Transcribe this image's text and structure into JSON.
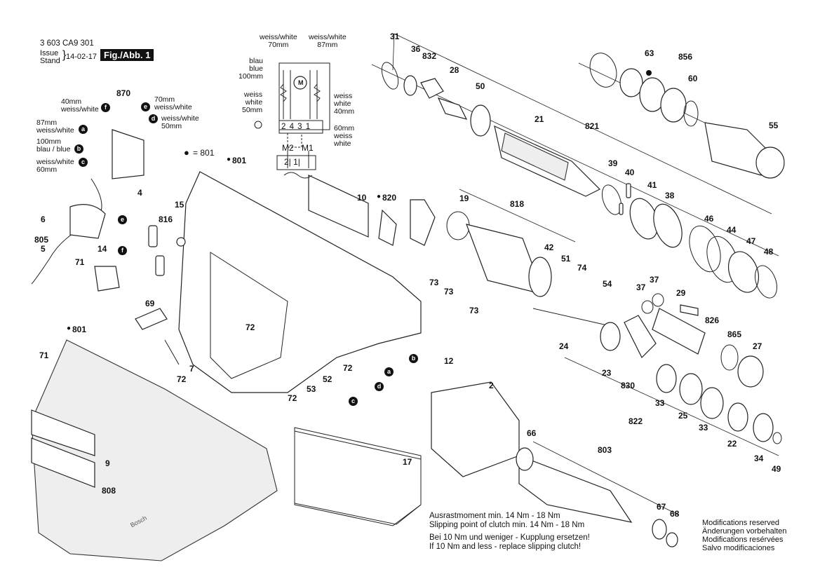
{
  "header": {
    "part_number": "3 603 CA9 301",
    "issue_label_1": "Issue",
    "issue_label_2": "Stand",
    "date": "14-02-17",
    "figure": "Fig./Abb. 1"
  },
  "wiring": {
    "top_left": "weiss/white\n70mm",
    "top_right": "weiss/white\n87mm",
    "left_top": "blau\nblue\n100mm",
    "left_mid": "weiss\nwhite\n50mm",
    "right_mid": "weiss\nwhite\n40mm",
    "right_bottom": "60mm\nweiss\nwhite",
    "motor": "M",
    "terminals": "2 4 3 1",
    "m2": "M2",
    "m1": "M1",
    "bottom": "2| 1|"
  },
  "switch_labels": {
    "w40": "40mm\nweiss/white",
    "w87": "87mm\nweiss/white",
    "b100": "100mm\nblau / blue",
    "w60": "weiss/white\n60mm",
    "w70": "70mm\nweiss/white",
    "w50": "weiss/white\n50mm"
  },
  "badges": [
    "a",
    "b",
    "c",
    "d",
    "e",
    "f"
  ],
  "legend_801": "= 801",
  "part_labels": [
    "870",
    "4",
    "6",
    "805",
    "5",
    "71",
    "14",
    "816",
    "15",
    "69",
    "71",
    "7",
    "72",
    "9",
    "808",
    "801",
    "801",
    "10",
    "820",
    "72",
    "53",
    "52",
    "72",
    "72",
    "12",
    "2",
    "17",
    "31",
    "36",
    "832",
    "28",
    "50",
    "21",
    "821",
    "39",
    "40",
    "41",
    "38",
    "46",
    "44",
    "47",
    "48",
    "63",
    "856",
    "60",
    "55",
    "19",
    "818",
    "42",
    "51",
    "74",
    "54",
    "37",
    "37",
    "29",
    "826",
    "865",
    "27",
    "73",
    "73",
    "73",
    "24",
    "23",
    "830",
    "33",
    "25",
    "33",
    "22",
    "34",
    "49",
    "822",
    "66",
    "803",
    "67",
    "68"
  ],
  "notes": {
    "line1": "Ausrastmoment min. 14 Nm - 18 Nm",
    "line2": "Slipping point of clutch min. 14 Nm - 18 Nm",
    "line3": "Bei 10 Nm und weniger - Kupplung ersetzen!",
    "line4": "If 10 Nm and less - replace slipping clutch!"
  },
  "modifications": {
    "en": "Modifications reserved",
    "de": "Änderungen vorbehalten",
    "fr": "Modifications resérvées",
    "es": "Salvo modificaciones"
  },
  "logo_text": "Bosch"
}
